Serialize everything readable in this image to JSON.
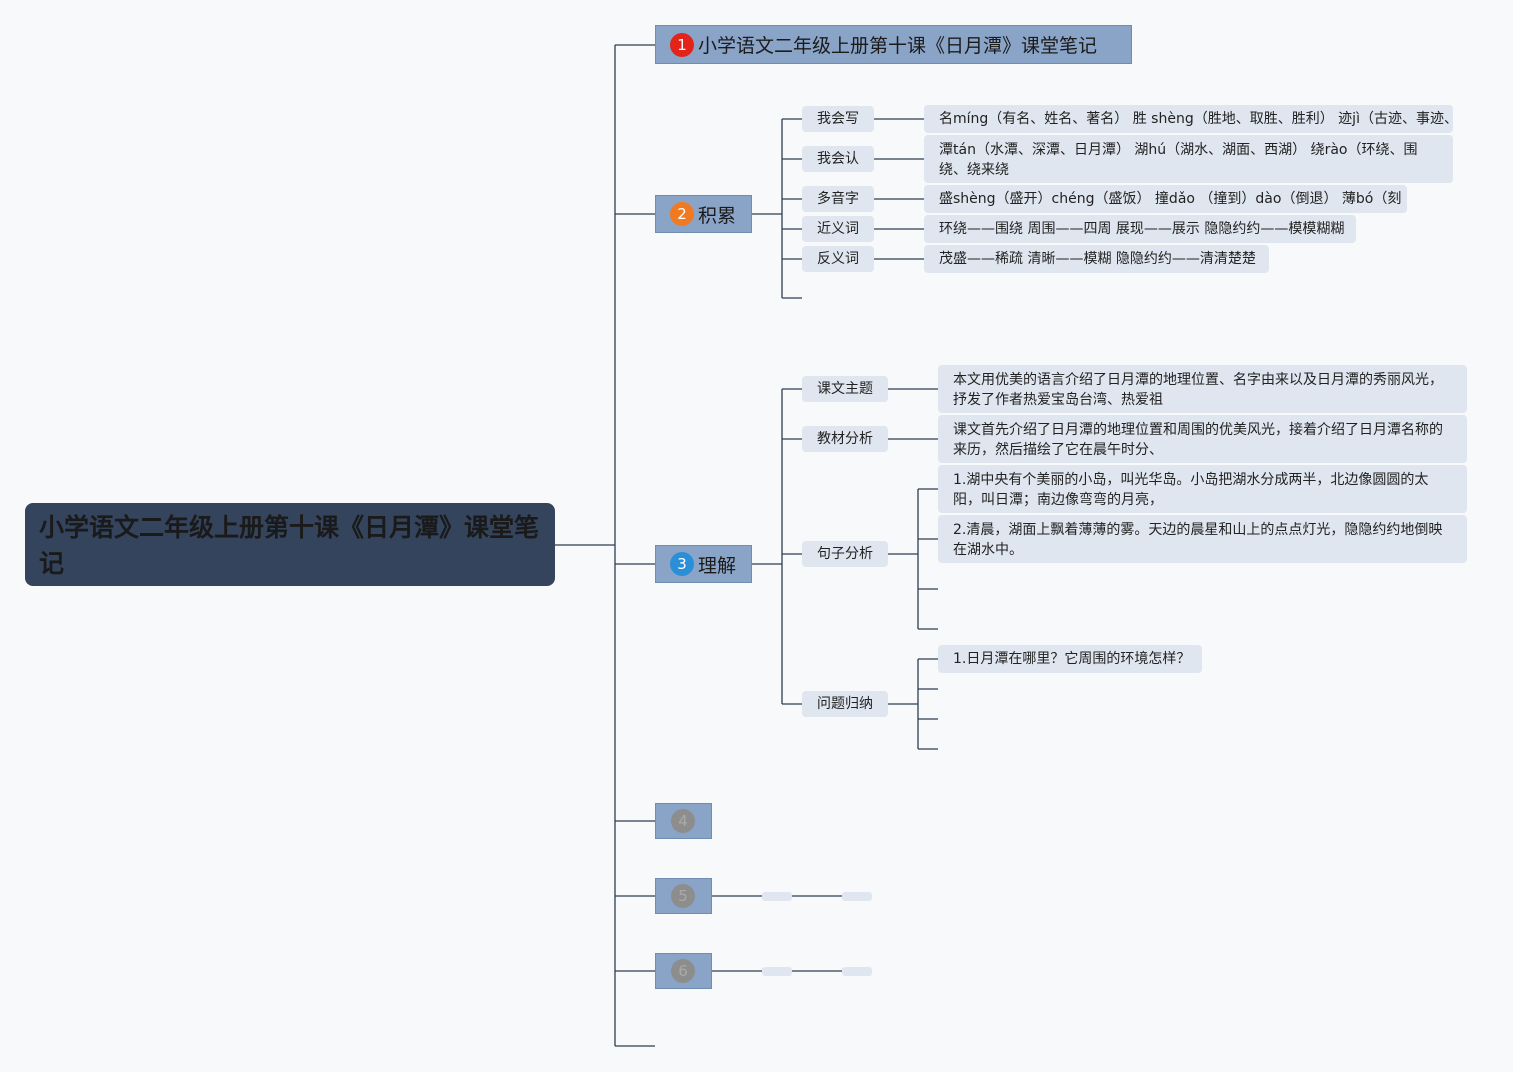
{
  "root": {
    "title": "小学语文二年级上册第十课《日月潭》课堂笔记"
  },
  "topics": [
    {
      "badge": "1",
      "label": "小学语文二年级上册第十课《日月潭》课堂笔记",
      "badge_color": "#e2241b"
    },
    {
      "badge": "2",
      "label": "积累",
      "badge_color": "#f07a22",
      "children": [
        {
          "label": "我会写",
          "detail": "名míng（有名、姓名、著名） 胜 shèng（胜地、取胜、胜利） 迹jì（古迹、事迹、"
        },
        {
          "label": "我会认",
          "detail": "潭tán（水潭、深潭、日月潭） 湖hú（湖水、湖面、西湖） 绕rào（环绕、围绕、绕来绕"
        },
        {
          "label": "多音字",
          "detail": "盛shèng（盛开）chéng（盛饭） 撞dǎo （撞到）dào（倒退） 薄bó（刻"
        },
        {
          "label": "近义词",
          "detail": "环绕——围绕 周围——四周 展现——展示 隐隐约约——模模糊糊"
        },
        {
          "label": "反义词",
          "detail": "茂盛——稀疏 清晰——模糊 隐隐约约——清清楚楚"
        }
      ]
    },
    {
      "badge": "3",
      "label": "理解",
      "badge_color": "#2b8fd8",
      "children": [
        {
          "label": "课文主题",
          "details": [
            "本文用优美的语言介绍了日月潭的地理位置、名字由来以及日月潭的秀丽风光，抒发了作者热爱宝岛台湾、热爱祖"
          ]
        },
        {
          "label": "教材分析",
          "details": [
            "课文首先介绍了日月潭的地理位置和周围的优美风光，接着介绍了日月潭名称的来历，然后描绘了它在晨午时分、"
          ]
        },
        {
          "label": "句子分析",
          "details": [
            "1.湖中央有个美丽的小岛，叫光华岛。小岛把湖水分成两半，北边像圆圆的太阳，叫日潭；南边像弯弯的月亮，",
            "2.清晨，湖面上飘着薄薄的雾。天边的晨星和山上的点点灯光，隐隐约约地倒映在湖水中。"
          ]
        },
        {
          "label": "问题归纳",
          "details": [
            "1.日月潭在哪里？它周围的环境怎样？"
          ]
        }
      ]
    },
    {
      "badge": "4",
      "label": "",
      "badge_color": "#8d8d8d"
    },
    {
      "badge": "5",
      "label": "",
      "badge_color": "#8d8d8d"
    },
    {
      "badge": "6",
      "label": "",
      "badge_color": "#8d8d8d"
    }
  ]
}
